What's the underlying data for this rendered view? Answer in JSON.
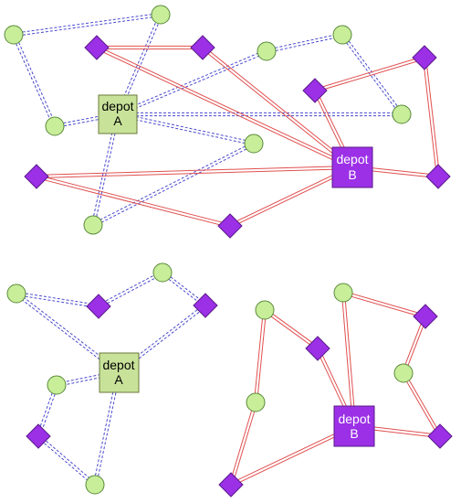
{
  "colors": {
    "route_a": "#4a4ad0",
    "route_b": "#e05050",
    "circle_fill": "#c8ee9a",
    "circle_stroke": "#5a8a3a",
    "diamond_fill": "#9b30e6",
    "diamond_stroke": "#5a1a8a",
    "depot_a_fill": "#c8e29a",
    "depot_a_stroke": "#6a7a3a",
    "depot_b_fill": "#9b30e6",
    "depot_b_stroke": "#5a1a8a",
    "depot_a_text": "#000000",
    "depot_b_text": "#ffffff"
  },
  "depots": {
    "a": {
      "line1": "depot",
      "line2": "A"
    },
    "b": {
      "line1": "depot",
      "line2": "B"
    }
  }
}
